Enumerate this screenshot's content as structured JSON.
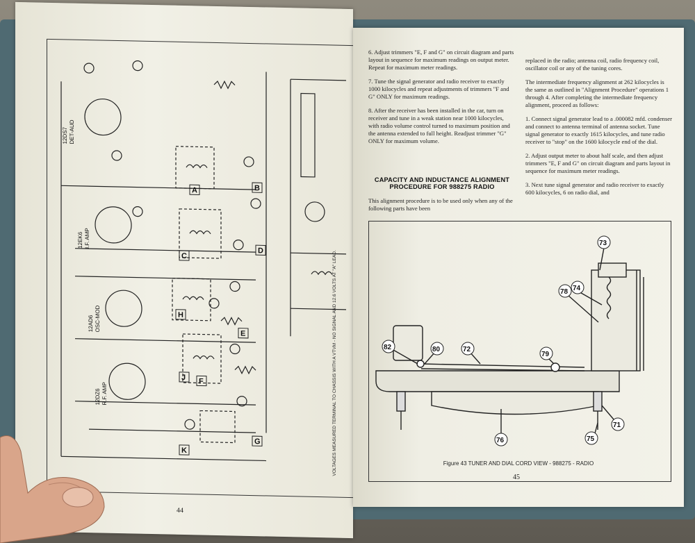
{
  "left_page": {
    "page_number": "44",
    "schematic_labels": [
      "12DS7",
      "DET-AUD",
      "12EK6",
      "I.F. AMP",
      "12AD6",
      "OSC-MOD",
      "12DZ6",
      "R.F. AMP",
      "A",
      "B",
      "C",
      "D",
      "E",
      "F",
      "G",
      "H",
      "J",
      "K"
    ],
    "notes_text": "VOLTAGES MEASURED TERMINAL TO CHASSIS WITH A VTVM - NO SIGNAL AND 12.6 VOLTS AT \"A\" LEAD."
  },
  "right_page": {
    "page_number": "45",
    "col1": [
      "6.  Adjust trimmers \"E, F and G\" on circuit diagram and parts layout in sequence for maximum readings on output meter. Repeat for maximum meter readings.",
      "7.  Tune the signal generator and radio receiver to exactly 1000 kilocycles and repeat adjustments of trimmers \"F and G\" ONLY for maximum readings.",
      "8.  After the receiver has been installed in the car, turn on receiver and tune in a weak station near 1000 kilocycles, with radio volume control turned to maximum position and the antenna extended to full height. Readjust trimmer \"G\" ONLY for maximum volume."
    ],
    "heading": "CAPACITY AND INDUCTANCE ALIGNMENT PROCEDURE FOR 988275 RADIO",
    "col1_tail": "This alignment procedure is to be used only when any of the following parts have been",
    "col2": [
      "replaced in the radio; antenna coil, radio frequency coil, oscillator coil or any of the tuning cores.",
      "The intermediate frequency alignment at 262 kilocycles is the same as outlined in \"Alignment Procedure\" operations 1 through 4. After completing the intermediate frequency alignment, proceed as follows:",
      "1.  Connect signal generator lead to a .000082 mfd. condenser and connect to antenna terminal of antenna socket. Tune signal generator to exactly 1615 kilocycles, and tune radio receiver to \"stop\" on the 1600 kilocycle end of the dial.",
      "2.  Adjust output meter to about half scale, and then adjust trimmers \"E, F and G\" on circuit diagram and parts layout in sequence for maximum meter readings.",
      "3.  Next tune signal generator and radio receiver to exactly 600 kilocycles, 6 on radio dial, and"
    ],
    "figure_callouts": [
      "73",
      "74",
      "78",
      "82",
      "80",
      "72",
      "79",
      "71",
      "75",
      "76"
    ],
    "caption": "Figure 43  TUNER AND DIAL CORD VIEW - 988275 - RADIO"
  }
}
